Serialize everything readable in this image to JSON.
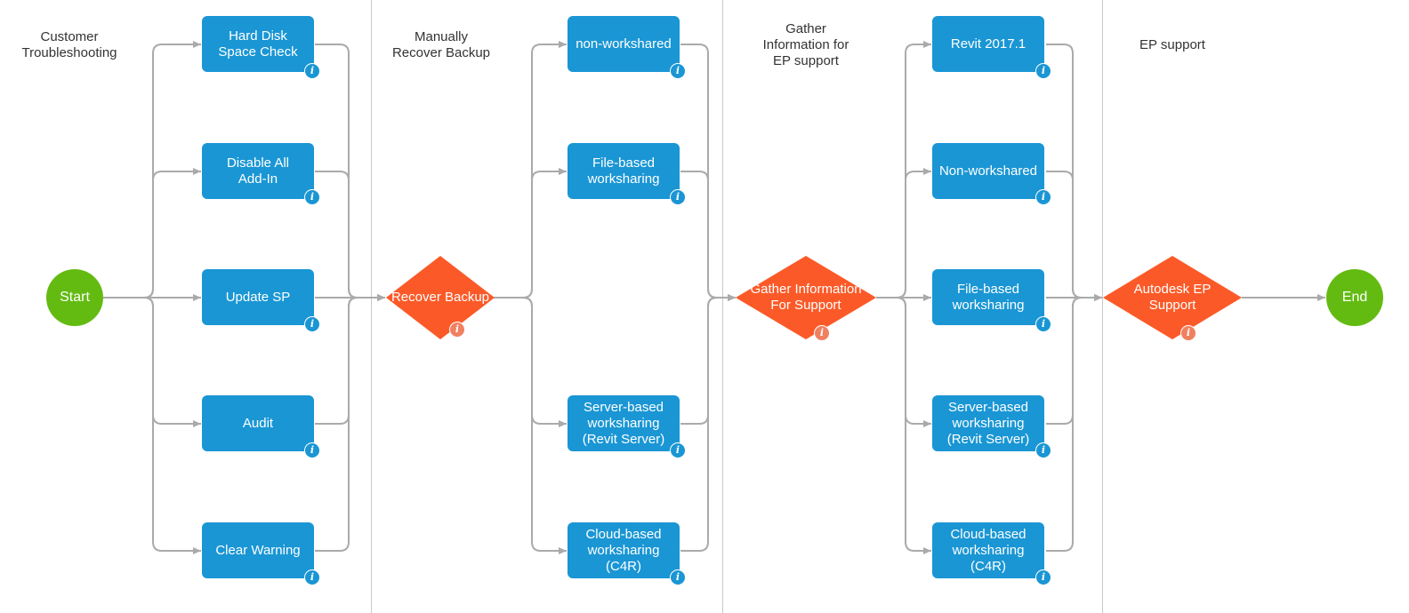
{
  "lanes": [
    {
      "title": "Customer\nTroubleshooting"
    },
    {
      "title": "Manually\nRecover Backup"
    },
    {
      "title": "Gather\nInformation for\nEP support"
    },
    {
      "title": "EP support"
    }
  ],
  "start": {
    "label": "Start"
  },
  "end": {
    "label": "End"
  },
  "troubleshooting_tasks": [
    {
      "label": "Hard Disk\nSpace Check"
    },
    {
      "label": "Disable All\nAdd-In"
    },
    {
      "label": "Update SP"
    },
    {
      "label": "Audit"
    },
    {
      "label": "Clear Warning"
    }
  ],
  "recover_decision": {
    "label": "Recover Backup"
  },
  "recover_tasks": [
    {
      "label": "non-workshared"
    },
    {
      "label": "File-based\nworksharing"
    },
    {
      "label": "Server-based\nworksharing\n(Revit Server)"
    },
    {
      "label": "Cloud-based\nworksharing\n(C4R)"
    }
  ],
  "gather_decision": {
    "label": "Gather Information\nFor Support"
  },
  "gather_tasks": [
    {
      "label": "Revit 2017.1"
    },
    {
      "label": "Non-workshared"
    },
    {
      "label": "File-based\nworksharing"
    },
    {
      "label": "Server-based\nworksharing\n(Revit Server)"
    },
    {
      "label": "Cloud-based\nworksharing\n(C4R)"
    }
  ],
  "ep_decision": {
    "label": "Autodesk EP\nSupport"
  },
  "info_icon": {
    "glyph": "i"
  },
  "colors": {
    "task": "#1a96d4",
    "decision": "#fb5a28",
    "terminal": "#63bb12",
    "connector": "#aaaaaa",
    "info_orange": "#f08060"
  }
}
